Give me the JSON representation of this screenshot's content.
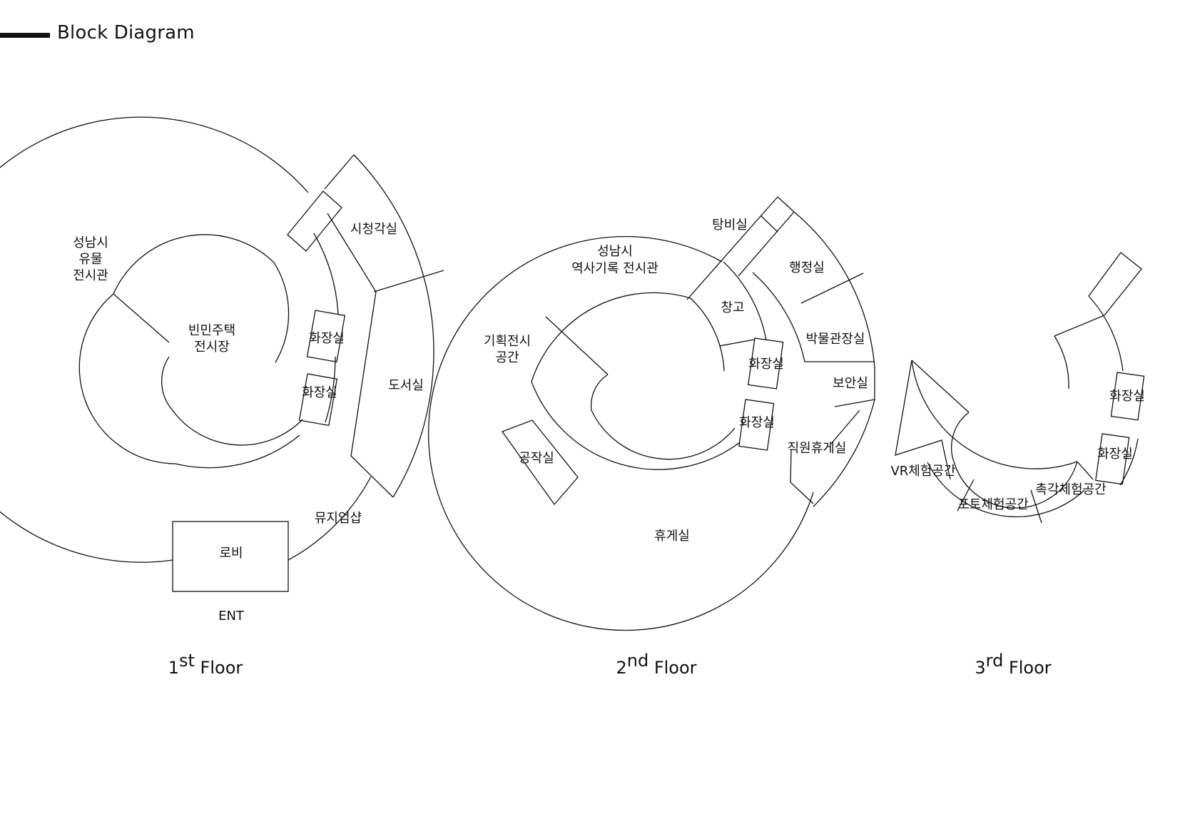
{
  "header": {
    "title": "Block Diagram"
  },
  "floor1": {
    "caption": {
      "num": "1",
      "sup": "st",
      "word": " Floor"
    },
    "rooms": {
      "museum_l1": "성남시",
      "museum_l2": "유물",
      "museum_l3": "전시관",
      "slum_l1": "빈민주택",
      "slum_l2": "전시장",
      "av_room": "시청각실",
      "restroom_a": "화장실",
      "restroom_b": "화장실",
      "library": "도서실",
      "shop": "뮤지엄샵",
      "lobby": "로비",
      "entrance": "ENT"
    }
  },
  "floor2": {
    "caption": {
      "num": "2",
      "sup": "nd",
      "word": " Floor"
    },
    "rooms": {
      "water": "탕비실",
      "hist_l1": "성남시",
      "hist_l2": "역사기록 전시관",
      "admin": "행정실",
      "storage": "창고",
      "special_l1": "기획전시",
      "special_l2": "공간",
      "director": "박물관장실",
      "restroom_a": "화장실",
      "restroom_b": "화장실",
      "security": "보안실",
      "workshop": "공작실",
      "staff_lounge": "직원휴게실",
      "lounge": "휴게실"
    }
  },
  "floor3": {
    "caption": {
      "num": "3",
      "sup": "rd",
      "word": " Floor"
    },
    "rooms": {
      "restroom_a": "화장실",
      "restroom_b": "화장실",
      "vr": "VR체험공간",
      "tactile": "촉각체험공간",
      "photo": "포토체험공간"
    }
  }
}
